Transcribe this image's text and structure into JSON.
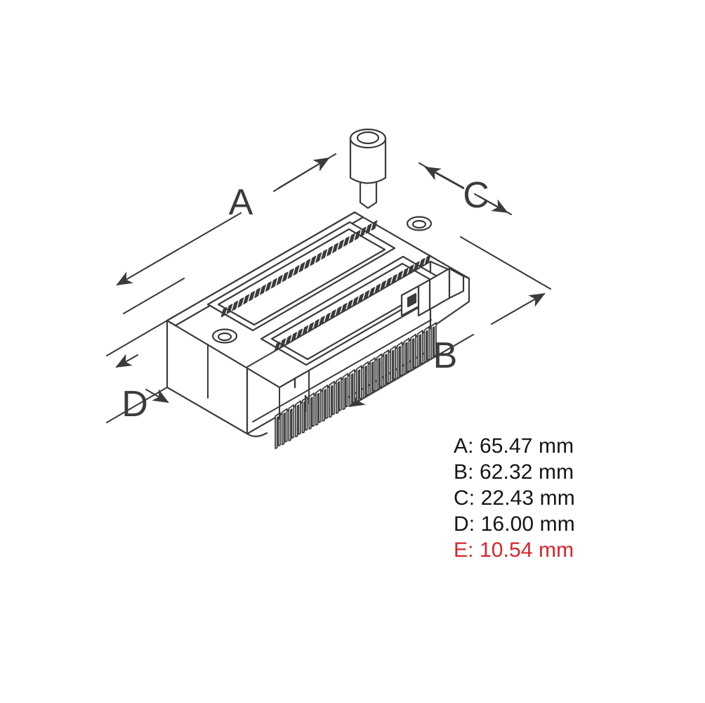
{
  "document": {
    "type": "technical-drawing",
    "subject": "ZIF IC socket isometric dimensional drawing",
    "background_color": "#ffffff",
    "line_color": "#3b3b3b",
    "highlight_color": "#d8252a"
  },
  "drawing": {
    "callouts": [
      {
        "id": "A",
        "label": "A",
        "meaning": "overall body length"
      },
      {
        "id": "B",
        "label": "B",
        "meaning": "pin field length"
      },
      {
        "id": "C",
        "label": "C",
        "meaning": "overall body width"
      },
      {
        "id": "D",
        "label": "D",
        "meaning": "body height"
      }
    ],
    "features": {
      "lever_name": "zif-actuator-lever",
      "slot_count": 2,
      "mounting_hole_count": 2,
      "contacts_per_slot": 28,
      "pin_count": 24
    }
  },
  "dimensions": {
    "title": "",
    "rows": [
      {
        "key": "A",
        "text": "A: 65.47 mm",
        "value": 65.47,
        "unit": "mm",
        "highlight": false
      },
      {
        "key": "B",
        "text": "B: 62.32 mm",
        "value": 62.32,
        "unit": "mm",
        "highlight": false
      },
      {
        "key": "C",
        "text": "C: 22.43 mm",
        "value": 22.43,
        "unit": "mm",
        "highlight": false
      },
      {
        "key": "D",
        "text": "D: 16.00 mm",
        "value": 16.0,
        "unit": "mm",
        "highlight": false
      },
      {
        "key": "E",
        "text": "E: 10.54 mm",
        "value": 10.54,
        "unit": "mm",
        "highlight": true
      }
    ]
  }
}
